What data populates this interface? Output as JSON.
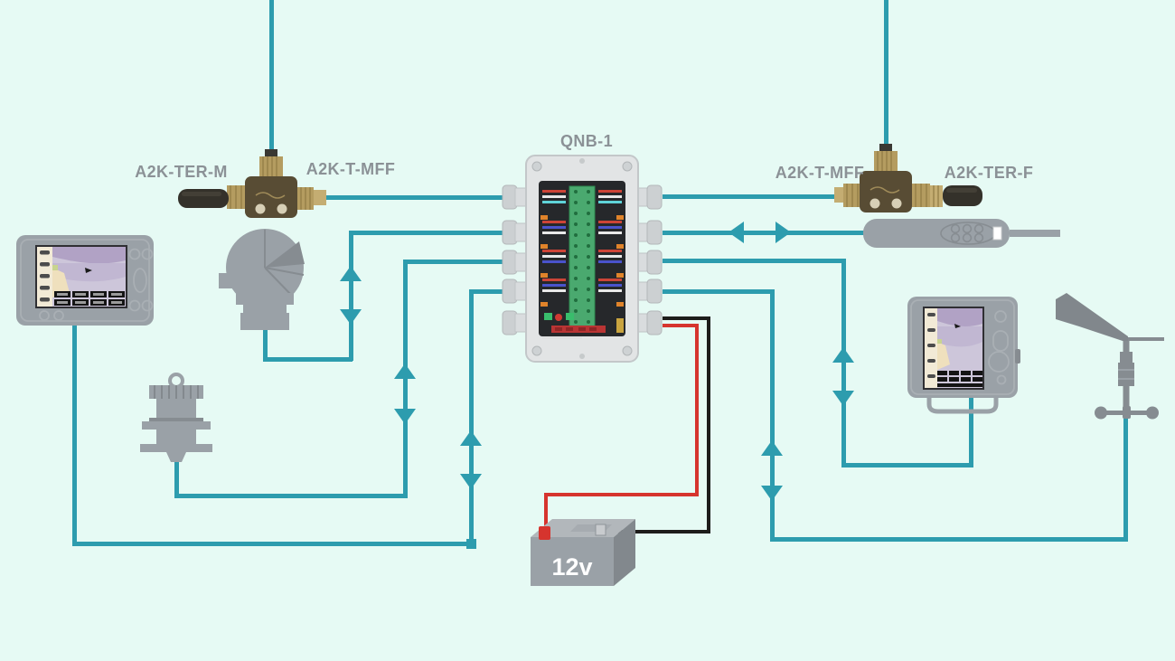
{
  "title": "NMEA 2000 network wiring diagram with QNB-1 junction box",
  "colors": {
    "background": "#e6faf4",
    "wire": "#2d9cae",
    "power-red": "#d6342e",
    "power-black": "#1d1d1b",
    "device": "#9aa1a7",
    "device-dark": "#868c91",
    "label": "#8b9196",
    "brass": "#b49c60",
    "tee-body": "#584c34",
    "terminator": "#34312a"
  },
  "labels": {
    "left_terminator": "A2K-TER-M",
    "left_tee": "A2K-T-MFF",
    "junction_box": "QNB-1",
    "right_tee": "A2K-T-MFF",
    "right_terminator": "A2K-TER-F",
    "battery": "12v"
  },
  "devices": [
    "chartplotter-left",
    "compass",
    "depth-transducer",
    "junction-box-qnb1",
    "battery-12v",
    "remote-control",
    "chartplotter-right",
    "wind-transducer",
    "tee-connector-left",
    "terminator-male",
    "tee-connector-right",
    "terminator-female"
  ],
  "connections": [
    {
      "from": "backbone drop (top left)",
      "to": "A2K-T-MFF left tee"
    },
    {
      "from": "A2K-T-MFF left tee",
      "to": "QNB-1 port L1"
    },
    {
      "from": "compass",
      "to": "QNB-1 port L2",
      "bidirectional": true
    },
    {
      "from": "depth transducer",
      "to": "QNB-1 port L3",
      "bidirectional": true
    },
    {
      "from": "chartplotter left",
      "to": "QNB-1 port L4",
      "bidirectional": true
    },
    {
      "from": "backbone drop (top right)",
      "to": "A2K-T-MFF right tee"
    },
    {
      "from": "QNB-1 port R1",
      "to": "A2K-T-MFF right tee"
    },
    {
      "from": "QNB-1 port R2",
      "to": "remote control",
      "bidirectional": true
    },
    {
      "from": "QNB-1 port R3",
      "to": "chartplotter right",
      "bidirectional": true
    },
    {
      "from": "QNB-1 port R4",
      "to": "wind transducer",
      "bidirectional": true
    },
    {
      "from": "QNB-1 power port",
      "to": "12v battery",
      "wires": [
        "red positive",
        "black negative"
      ]
    }
  ]
}
